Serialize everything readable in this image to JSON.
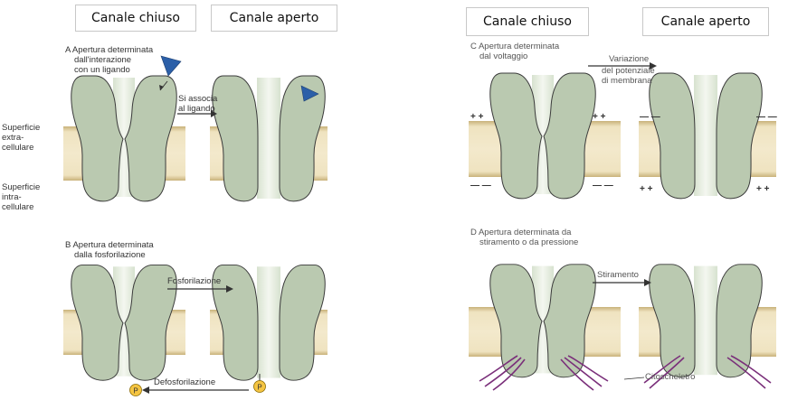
{
  "headers": {
    "left_closed": "Canale chiuso",
    "left_open": "Canale aperto",
    "right_closed": "Canale chiuso",
    "right_open": "Canale aperto"
  },
  "panel_a": {
    "title_line1": "A Apertura determinata",
    "title_line2": "dall'interazione",
    "title_line3": "con un ligando",
    "arrow_line1": "Si associa",
    "arrow_line2": "al ligando"
  },
  "side_labels": {
    "extra_line1": "Superficie",
    "extra_line2": "extra-",
    "extra_line3": "cellulare",
    "intra_line1": "Superficie",
    "intra_line2": "intra-",
    "intra_line3": "cellulare"
  },
  "panel_b": {
    "title_line1": "B Apertura determinata",
    "title_line2": "dalla fosforilazione",
    "arrow_forward": "Fosforilazione",
    "arrow_back": "Defosforilazione",
    "p_symbol": "P"
  },
  "panel_c": {
    "title_line1": "C Apertura determinata",
    "title_line2": "dal voltaggio",
    "arrow_line1": "Variazione",
    "arrow_line2": "del potenziale",
    "arrow_line3": "di membrana",
    "plus": "+ +",
    "minus": "— —"
  },
  "panel_d": {
    "title_line1": "D Apertura determinata da",
    "title_line2": "stiramento o da pressione",
    "arrow_label": "Stiramento",
    "cytoskeleton": "Citoscheletro"
  },
  "colors": {
    "membrane": "#e9d9ae",
    "membrane_edge": "#c9b27a",
    "channel": "#bac9b0",
    "channel_stroke": "#3b3b3b",
    "pore": "#e3ebdc",
    "ligand": "#2b5fa8",
    "phosphate": "#f5c542",
    "cytoskeleton": "#7a2f7a"
  }
}
